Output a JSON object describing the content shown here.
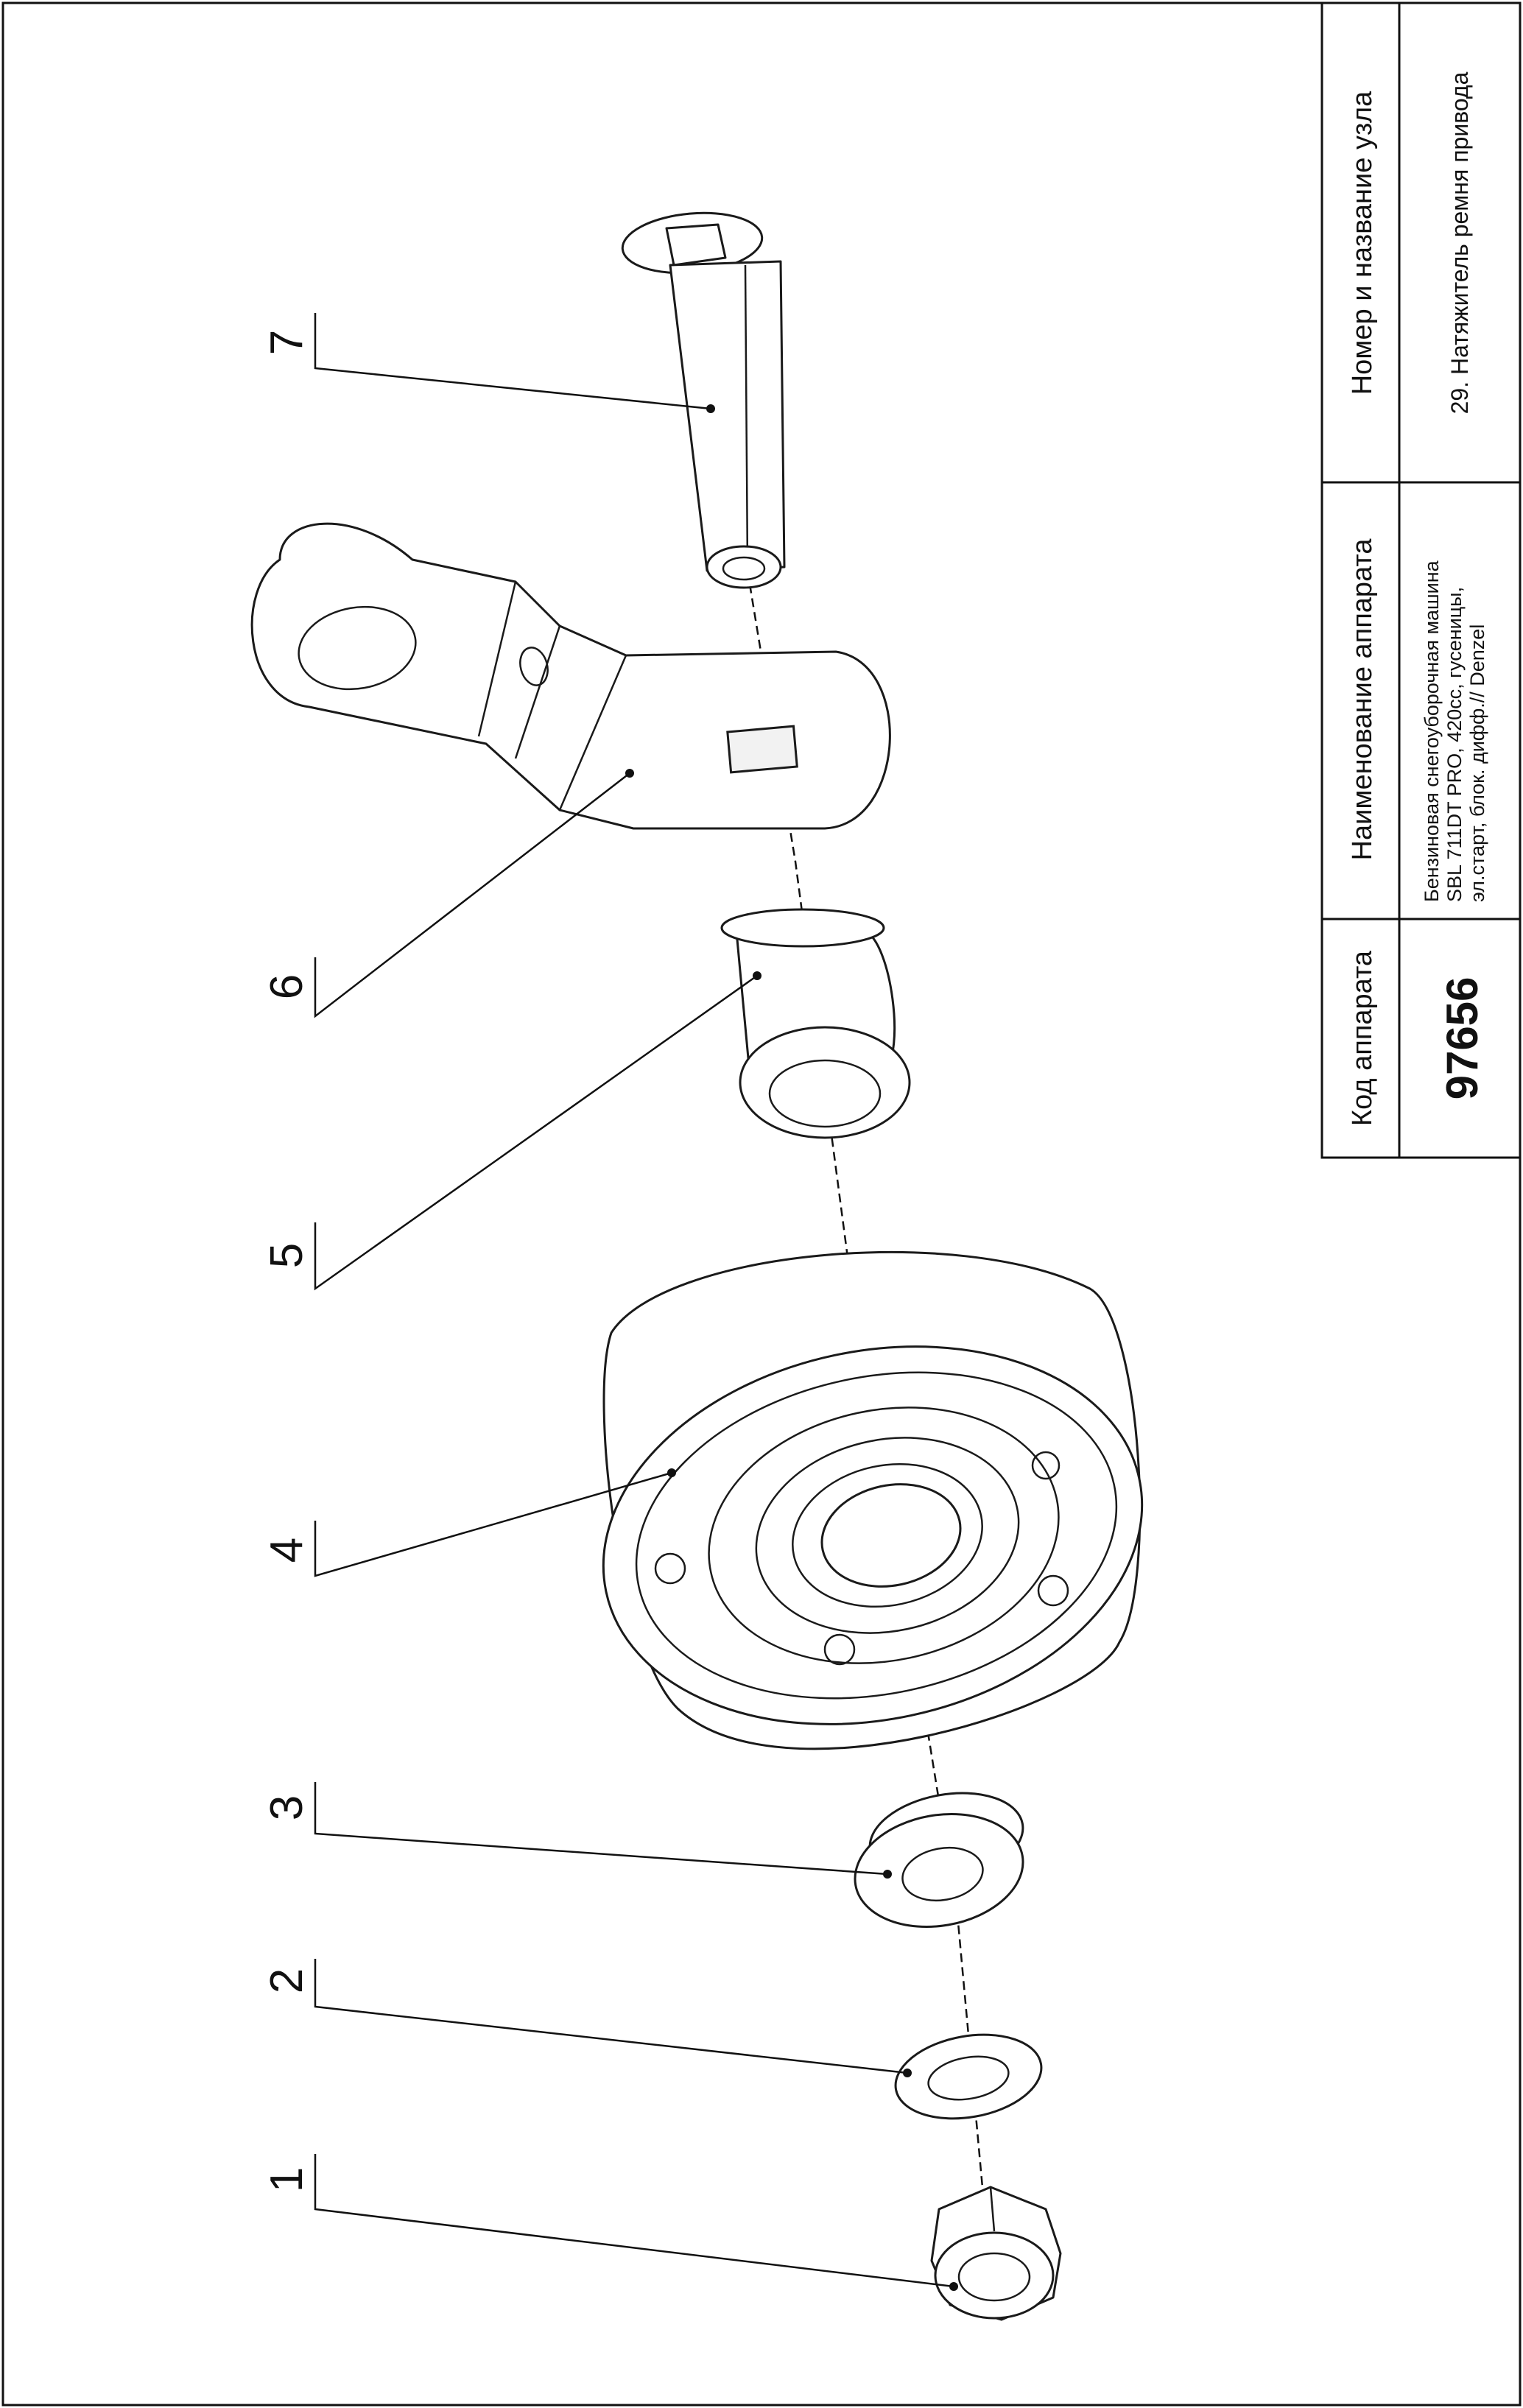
{
  "title_block": {
    "code_header": "Код аппарата",
    "code_value": "97656",
    "name_header": "Наименование аппарата",
    "name_lines": [
      "Бензиновая снегоуборочная машина",
      "SBL 711DT PRO, 420cc, гусеницы,",
      "эл.старт, блок. дифф.// Denzel"
    ],
    "node_header": "Номер и название узла",
    "node_value": "29. Натяжитель ремня привода"
  },
  "callouts": [
    "1",
    "2",
    "3",
    "4",
    "5",
    "6",
    "7"
  ]
}
